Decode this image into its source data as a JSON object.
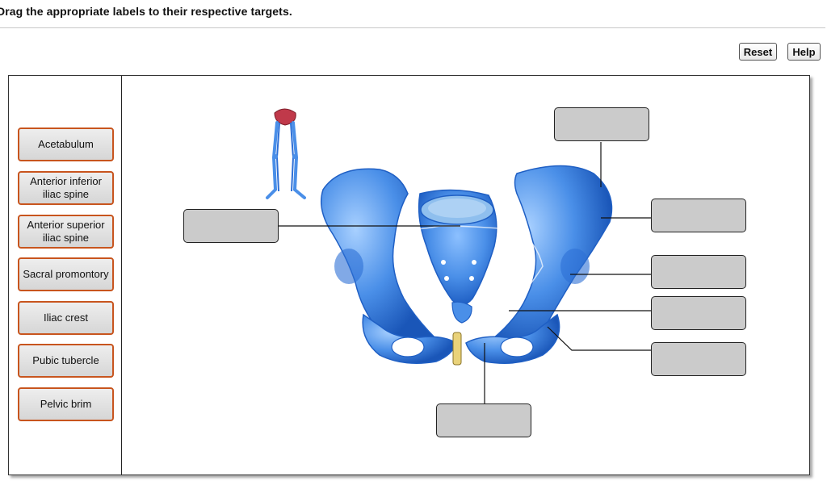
{
  "instruction": "Drag the appropriate labels to their respective targets.",
  "toolbar": {
    "reset_label": "Reset",
    "help_label": "Help"
  },
  "labels": [
    "Acetabulum",
    "Anterior inferior iliac spine",
    "Anterior superior iliac spine",
    "Sacral promontory",
    "Iliac crest",
    "Pubic tubercle",
    "Pelvic brim"
  ],
  "colors": {
    "label_border": "#c8551e",
    "target_fill": "#cbcbcb",
    "bone": "#4a8fe8",
    "bone_dark": "#1f5fc4",
    "pelvis_highlight": "#c0394a"
  },
  "figure": {
    "main": "pelvis-illustration",
    "inset": "skeleton-thumbnail"
  }
}
